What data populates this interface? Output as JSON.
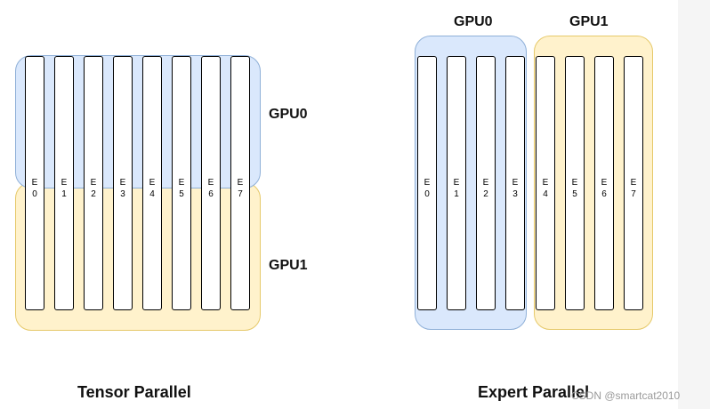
{
  "gpu_labels": {
    "gpu0": "GPU0",
    "gpu1": "GPU1"
  },
  "tensor_parallel": {
    "caption": "Tensor Parallel",
    "experts": [
      {
        "letter": "E",
        "index": "0"
      },
      {
        "letter": "E",
        "index": "1"
      },
      {
        "letter": "E",
        "index": "2"
      },
      {
        "letter": "E",
        "index": "3"
      },
      {
        "letter": "E",
        "index": "4"
      },
      {
        "letter": "E",
        "index": "5"
      },
      {
        "letter": "E",
        "index": "6"
      },
      {
        "letter": "E",
        "index": "7"
      }
    ]
  },
  "expert_parallel": {
    "caption": "Expert Parallel",
    "experts": [
      {
        "letter": "E",
        "index": "0"
      },
      {
        "letter": "E",
        "index": "1"
      },
      {
        "letter": "E",
        "index": "2"
      },
      {
        "letter": "E",
        "index": "3"
      },
      {
        "letter": "E",
        "index": "4"
      },
      {
        "letter": "E",
        "index": "5"
      },
      {
        "letter": "E",
        "index": "6"
      },
      {
        "letter": "E",
        "index": "7"
      }
    ]
  },
  "watermark": "CSDN @smartcat2010",
  "colors": {
    "gpu0_fill": "#dae8fc",
    "gpu1_fill": "#fff2cc"
  }
}
